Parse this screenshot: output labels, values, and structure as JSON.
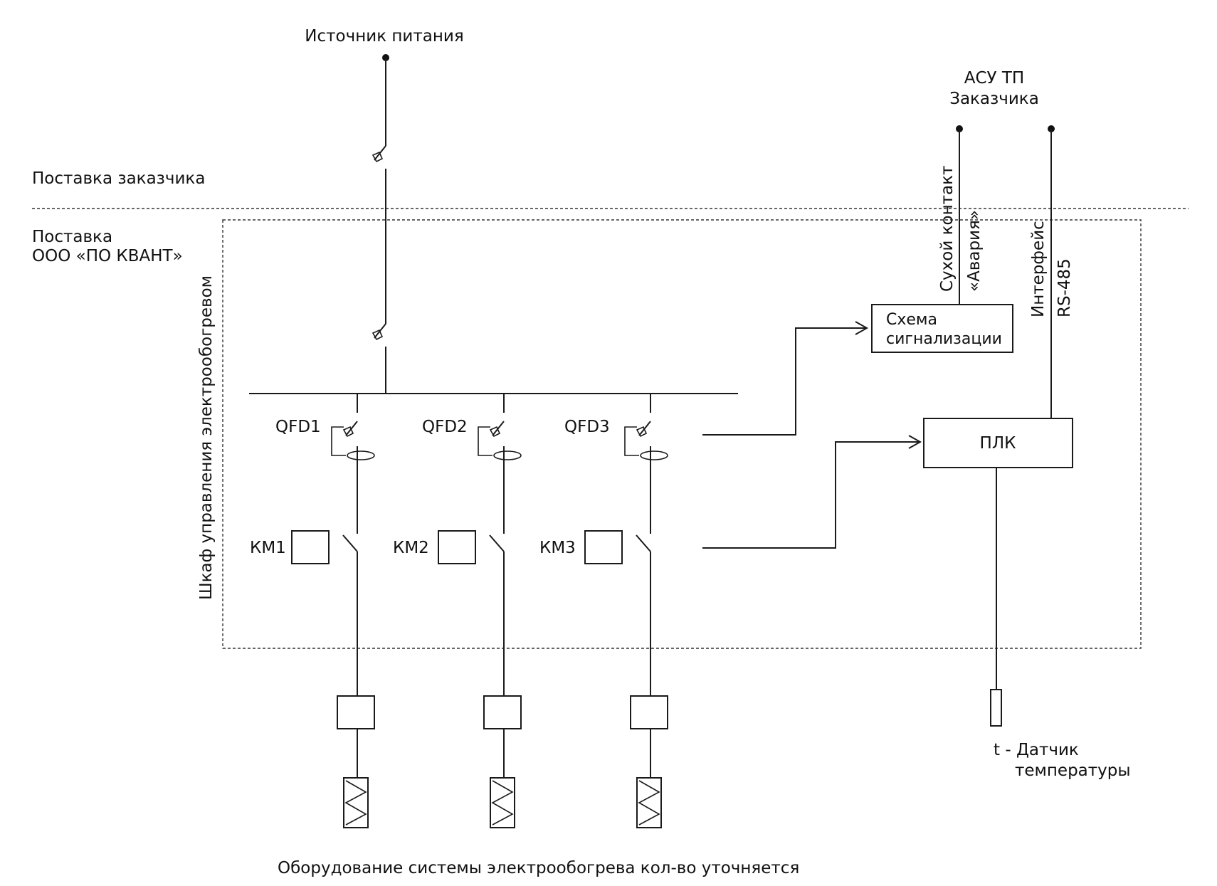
{
  "labels": {
    "power_source": "Источник питания",
    "customer_supply": "Поставка заказчика",
    "vendor_supply_line1": "Поставка",
    "vendor_supply_line2": "ООО «ПО КВАНТ»",
    "cabinet": "Шкаф управления электрообогревом",
    "asu_line1": "АСУ ТП",
    "asu_line2": "Заказчика",
    "dry_contact_line1": "Сухой контакт",
    "dry_contact_line2": "«Авария»",
    "interface_line1": "Интерфейс",
    "interface_line2": "RS-485",
    "alarm_line1": "Схема",
    "alarm_line2": "сигнализации",
    "plc": "ПЛК",
    "sensor_line1": "t - Датчик",
    "sensor_line2": "температуры",
    "footer": "Оборудование системы электрообогрева кол-во уточняется"
  },
  "breakers": [
    "QFD1",
    "QFD2",
    "QFD3"
  ],
  "contactors": [
    "КМ1",
    "КМ2",
    "КМ3"
  ]
}
